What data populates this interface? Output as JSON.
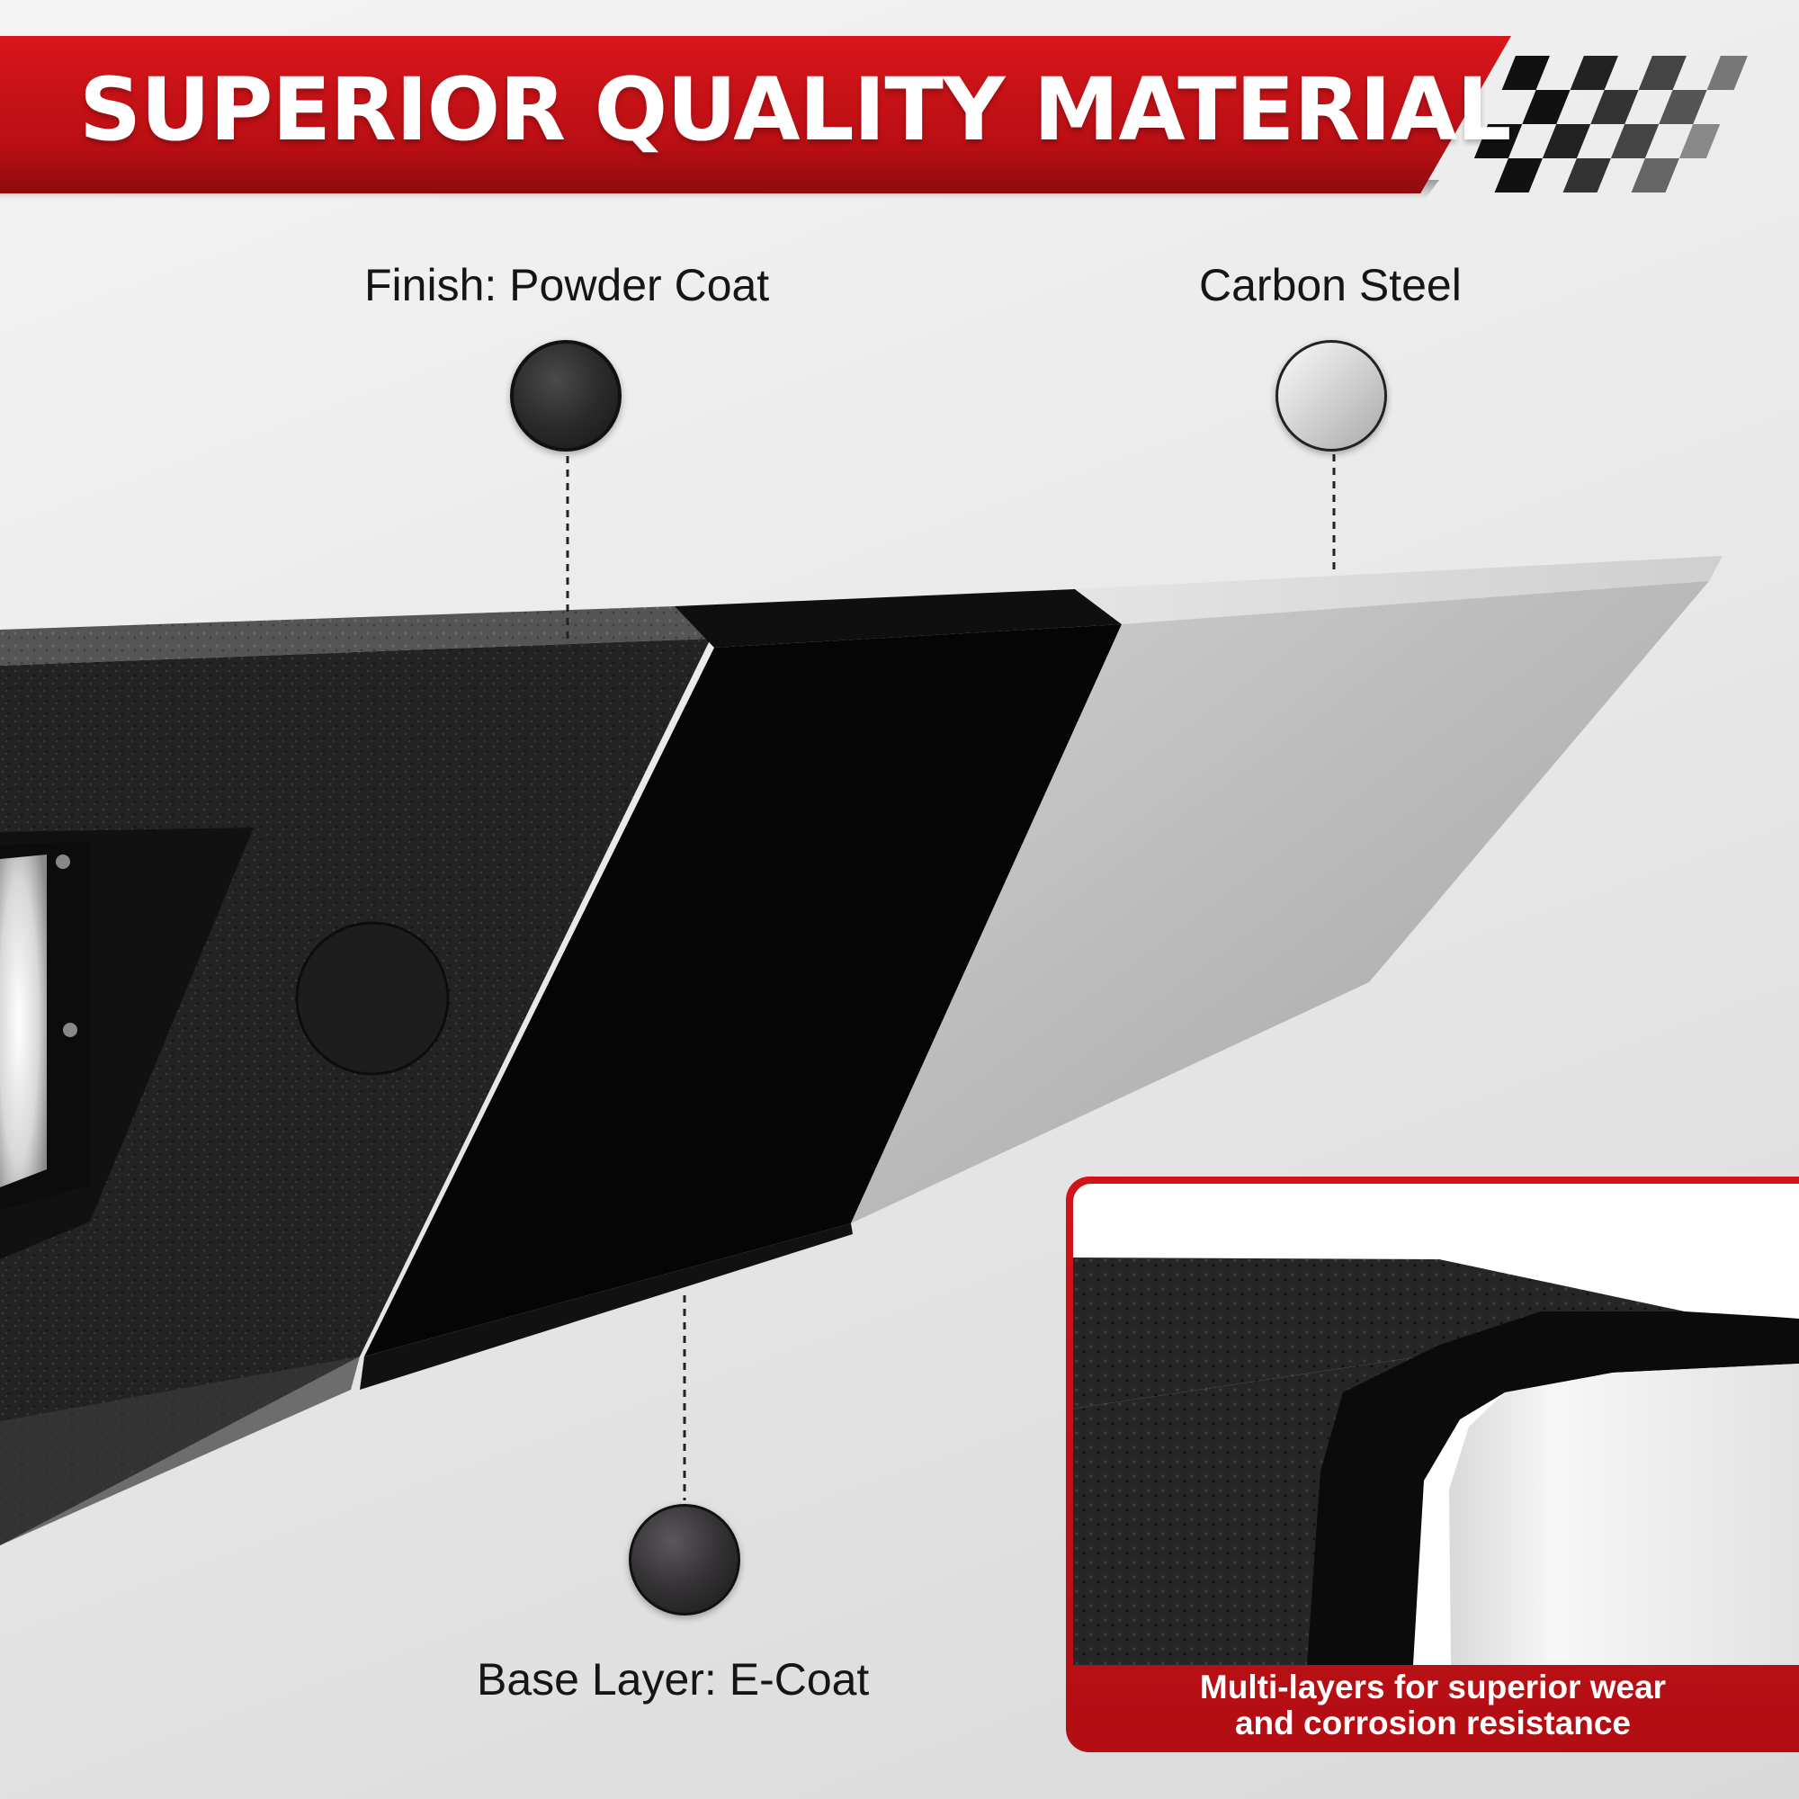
{
  "banner": {
    "title": "SUPERIOR QUALITY MATERIAL",
    "color": "#c8141a"
  },
  "callouts": {
    "finish": {
      "label": "Finish: Powder Coat",
      "icon": "powder-coat-texture-swatch"
    },
    "steel": {
      "label": "Carbon Steel",
      "icon": "brushed-steel-swatch"
    },
    "base": {
      "label": "Base Layer: E-Coat",
      "icon": "e-coat-swatch"
    }
  },
  "inset": {
    "caption_line1": "Multi-layers for superior wear",
    "caption_line2": "and corrosion resistance"
  },
  "colors": {
    "accent_red": "#c8141a",
    "powder_black": "#1c1c1c",
    "steel_grey": "#bdbdbd"
  }
}
